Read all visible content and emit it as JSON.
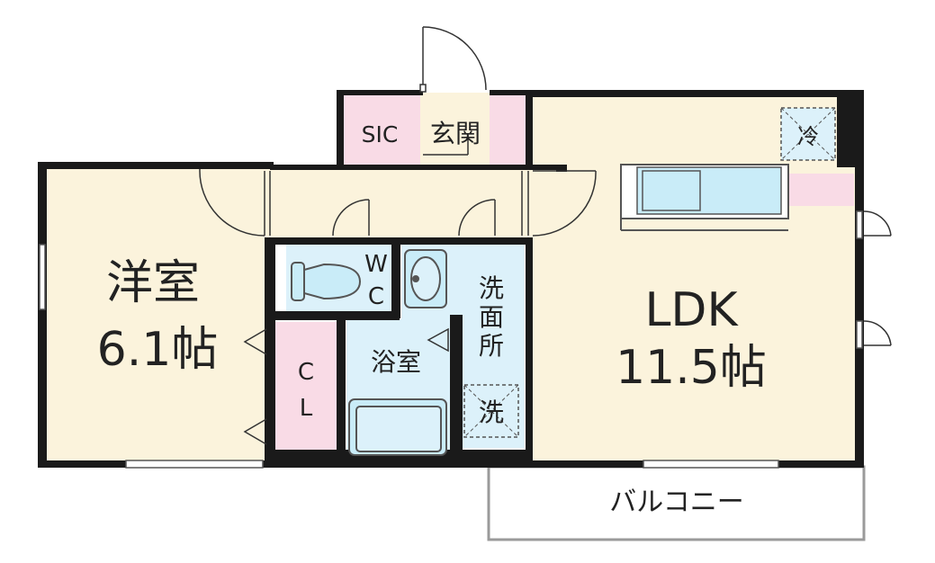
{
  "rooms": {
    "western_room": {
      "name": "洋室",
      "size": "6.1帖"
    },
    "ldk": {
      "name": "LDK",
      "size": "11.5帖"
    },
    "sic": "SIC",
    "entrance": "玄関",
    "wc_top": "W",
    "wc_bottom": "C",
    "washroom": [
      "洗",
      "面",
      "所"
    ],
    "bathroom": "浴室",
    "closet_top": "C",
    "closet_bottom": "L",
    "balcony": "バルコニー"
  },
  "fixtures": {
    "refrigerator": "冷",
    "washing_machine": "洗"
  },
  "colors": {
    "room_fill": "#fbf3dc",
    "wall": "#1a1a1a",
    "storage_pink": "#f9dbe6",
    "wet_area_blue": "#dcf1fa",
    "fixture_blue": "#c9ecf8",
    "balcony_line": "#9a9a9a"
  }
}
